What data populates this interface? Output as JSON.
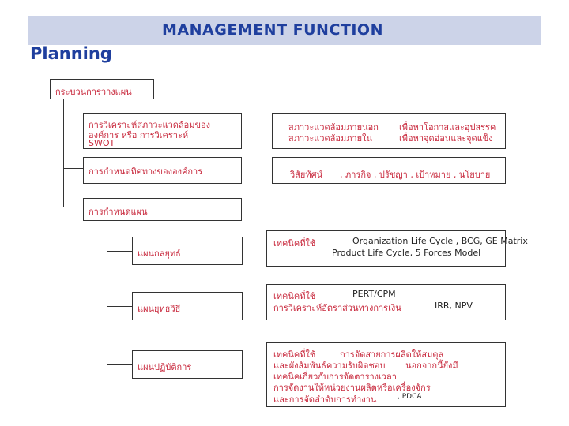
{
  "header": {
    "banner_title": "MANAGEMENT FUNCTION",
    "subtitle": "Planning"
  },
  "diagram": {
    "root": "กระบวนการวางแผน",
    "step1": {
      "label_lines": [
        "การวิเคราะห์สภาวะแวดล้อมของ",
        "องค์การ หรือ การวิเคราะห์",
        "SWOT"
      ],
      "detail_line1_a": "สภาวะแวดล้อมภายนอก",
      "detail_line1_b": "เพื่อหาโอกาสและอุปสรรค",
      "detail_line2_a": "สภาวะแวดล้อมภายใน",
      "detail_line2_b": "เพื่อหาจุดอ่อนและจุดแข็ง"
    },
    "step2": {
      "label": "การกำหนดทิศทางขององค์การ",
      "detail_a": "วิสัยทัศน์",
      "detail_b": ", ภารกิจ , ปรัชญา , เป้าหมาย , นโยบาย"
    },
    "step3": {
      "label": "การกำหนดแผน"
    },
    "plans": [
      {
        "label": "แผนกลยุทธ์",
        "technique_label": "เทคนิคที่ใช้",
        "technique_line1": "Organization Life Cycle , BCG, GE Matrix",
        "technique_line2": "Product Life Cycle, 5 Forces Model"
      },
      {
        "label": "แผนยุทธวิธี",
        "technique_label": "เทคนิคที่ใช้",
        "technique_line1": "PERT/CPM",
        "technique_line2a": "การวิเคราะห์อัตราส่วนทางการเงิน",
        "technique_line2b": "IRR, NPV"
      },
      {
        "label": "แผนปฏิบัติการ",
        "technique_label": "เทคนิคที่ใช้",
        "technique_line1": "การจัดสายการผลิตให้สมดุล",
        "technique_line2a": "และผังสัมพันธ์ความรับผิดชอบ",
        "technique_line2b": "นอกจากนี้ยังมี",
        "technique_line3": "เทคนิคเกี่ยวกับการจัดตารางเวลา",
        "technique_line4": "การจัดงานให้หน่วยงานผลิตหรือเครื่องจักร",
        "technique_line5a": "และการจัดลำดับการทำงาน",
        "technique_line5b": ", PDCA"
      }
    ]
  }
}
